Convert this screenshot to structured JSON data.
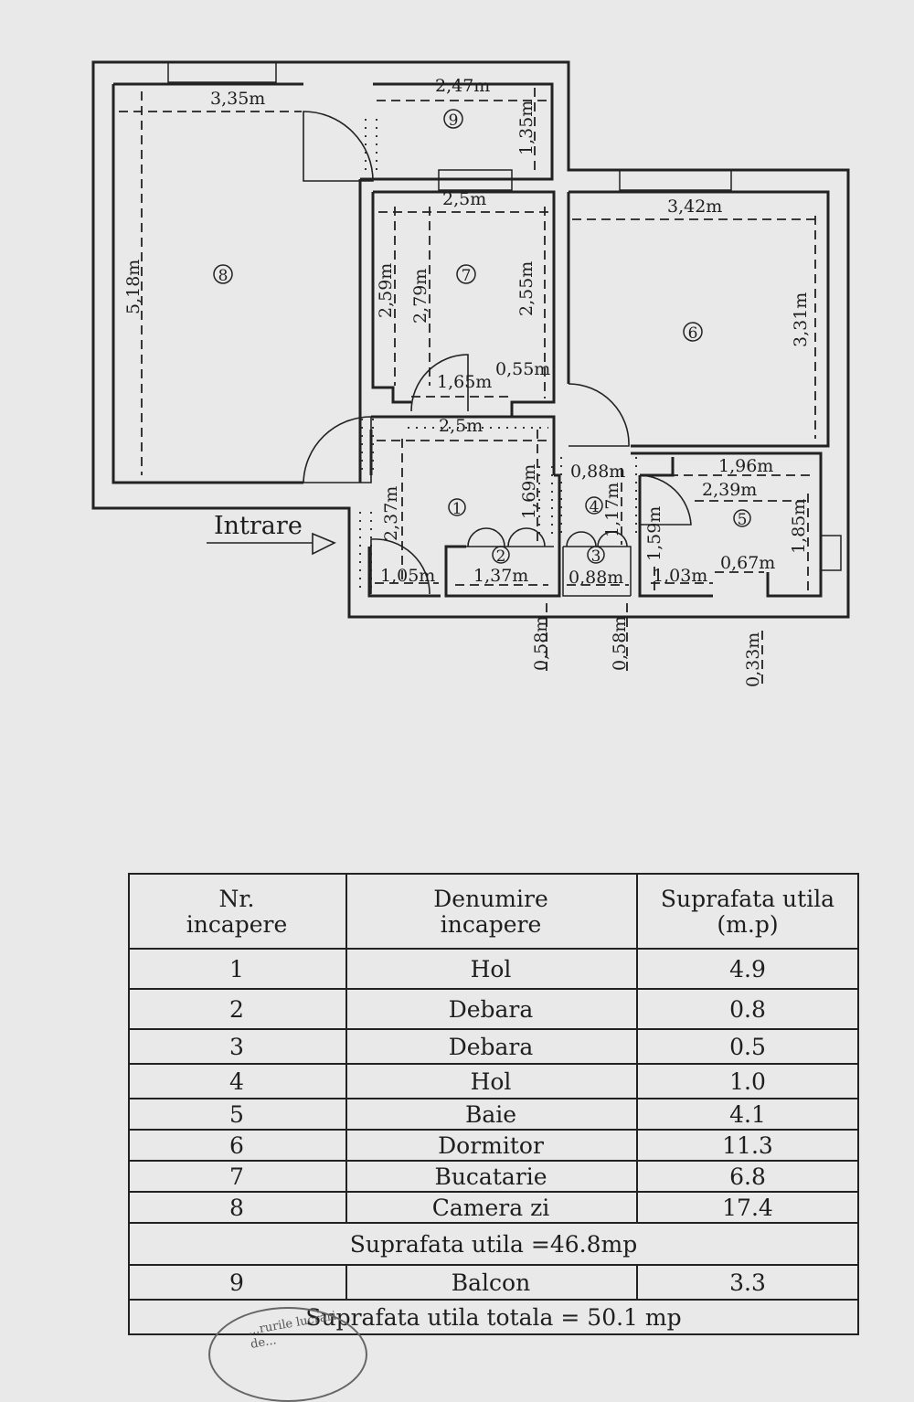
{
  "plan": {
    "rooms": [
      {
        "num": "1"
      },
      {
        "num": "2"
      },
      {
        "num": "3"
      },
      {
        "num": "4"
      },
      {
        "num": "5"
      },
      {
        "num": "6"
      },
      {
        "num": "7"
      },
      {
        "num": "8"
      },
      {
        "num": "9"
      }
    ],
    "dims": [
      "3,35m",
      "2,47m",
      "1,35m",
      "5,18m",
      "2,5m",
      "3,42m",
      "2,59m",
      "2,79m",
      "2,55m",
      "3,31m",
      "1,65m",
      "0,55m",
      "2,5m",
      "1,69m",
      "0,88m",
      "1,96m",
      "2,39m",
      "2,37m",
      "1,17m",
      "1,59m",
      "1,85m",
      "1,05m",
      "1,37m",
      "0,88m",
      "1,03m",
      "0,67m",
      "0,58m",
      "0,58m",
      "0,33m"
    ],
    "entrance_label": "Intrare"
  },
  "table": {
    "headers": [
      "Nr.\nincapere",
      "Denumire\nincapere",
      "Suprafata utila\n(m.p)"
    ],
    "rows": [
      {
        "nr": "1",
        "name": "Hol",
        "area": "4.9"
      },
      {
        "nr": "2",
        "name": "Debara",
        "area": "0.8"
      },
      {
        "nr": "3",
        "name": "Debara",
        "area": "0.5"
      },
      {
        "nr": "4",
        "name": "Hol",
        "area": "1.0"
      },
      {
        "nr": "5",
        "name": "Baie",
        "area": "4.1"
      },
      {
        "nr": "6",
        "name": "Dormitor",
        "area": "11.3"
      },
      {
        "nr": "7",
        "name": "Bucatarie",
        "area": "6.8"
      },
      {
        "nr": "8",
        "name": "Camera zi",
        "area": "17.4"
      }
    ],
    "subtotal": "Suprafata utila    =46.8mp",
    "balcony": {
      "nr": "9",
      "name": "Balcon",
      "area": "3.3"
    },
    "total": "Suprafata utila totala  = 50.1 mp"
  },
  "stamp_text": "...rurile lucrari de..."
}
